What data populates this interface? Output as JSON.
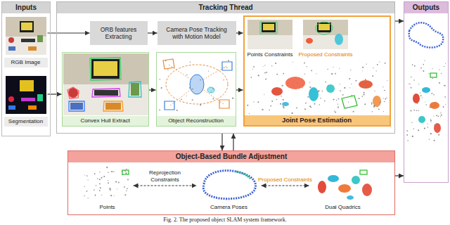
{
  "diagram": {
    "caption": "Fig. 2. The proposed object SLAM system framework.",
    "nodes": [
      {
        "text": [
          "Inputs"
        ]
      },
      {
        "text": [
          "RGB Image"
        ],
        "in": 0
      },
      {
        "text": [
          "Segmentation"
        ],
        "in": 0
      },
      {
        "text": [
          "Tracking Thread"
        ]
      },
      {
        "text": [
          "ORB features Extracting"
        ],
        "in": 3
      },
      {
        "text": [
          "Camera Pose Tracking with Motion Model"
        ],
        "in": 3
      },
      {
        "text": [
          "Convex Hull Extract"
        ],
        "in": 3
      },
      {
        "text": [
          "Object Reconstruction"
        ],
        "in": 3
      },
      {
        "text": [
          "Joint Pose Estimation"
        ],
        "in": 3
      },
      {
        "text": [
          "Outputs"
        ]
      },
      {
        "text": [
          "Object-Based Bundle Adjustment"
        ]
      },
      {
        "text": [
          "Points"
        ],
        "in": 10
      },
      {
        "text": [
          "Camera Poses"
        ],
        "in": 10
      },
      {
        "text": [
          "Dual Quadrics"
        ],
        "in": 10
      }
    ],
    "edges": [
      {
        "from": 1,
        "to": 4,
        "arrow": "to"
      },
      {
        "from": 4,
        "to": 5,
        "arrow": "to"
      },
      {
        "from": 5,
        "to": 8,
        "arrow": "to"
      },
      {
        "from": 2,
        "to": 6,
        "arrow": "to"
      },
      {
        "from": 6,
        "to": 7,
        "arrow": "to"
      },
      {
        "from": 7,
        "to": 8,
        "arrow": "to"
      },
      {
        "from": 3,
        "to": 10,
        "arrow": "to"
      },
      {
        "from": 10,
        "to": 3,
        "arrow": "to"
      },
      {
        "from": 3,
        "to": 9,
        "arrow": "to"
      },
      {
        "from": 10,
        "to": 9,
        "arrow": "to"
      },
      {
        "from": 11,
        "to": 12,
        "label": "Reprojection Constraints",
        "arrow": "both"
      },
      {
        "from": 12,
        "to": 13,
        "label": "Proposed Constraints",
        "arrow": "both"
      }
    ],
    "labels": [
      "Points Constraints",
      "Proposed Constraints"
    ]
  }
}
